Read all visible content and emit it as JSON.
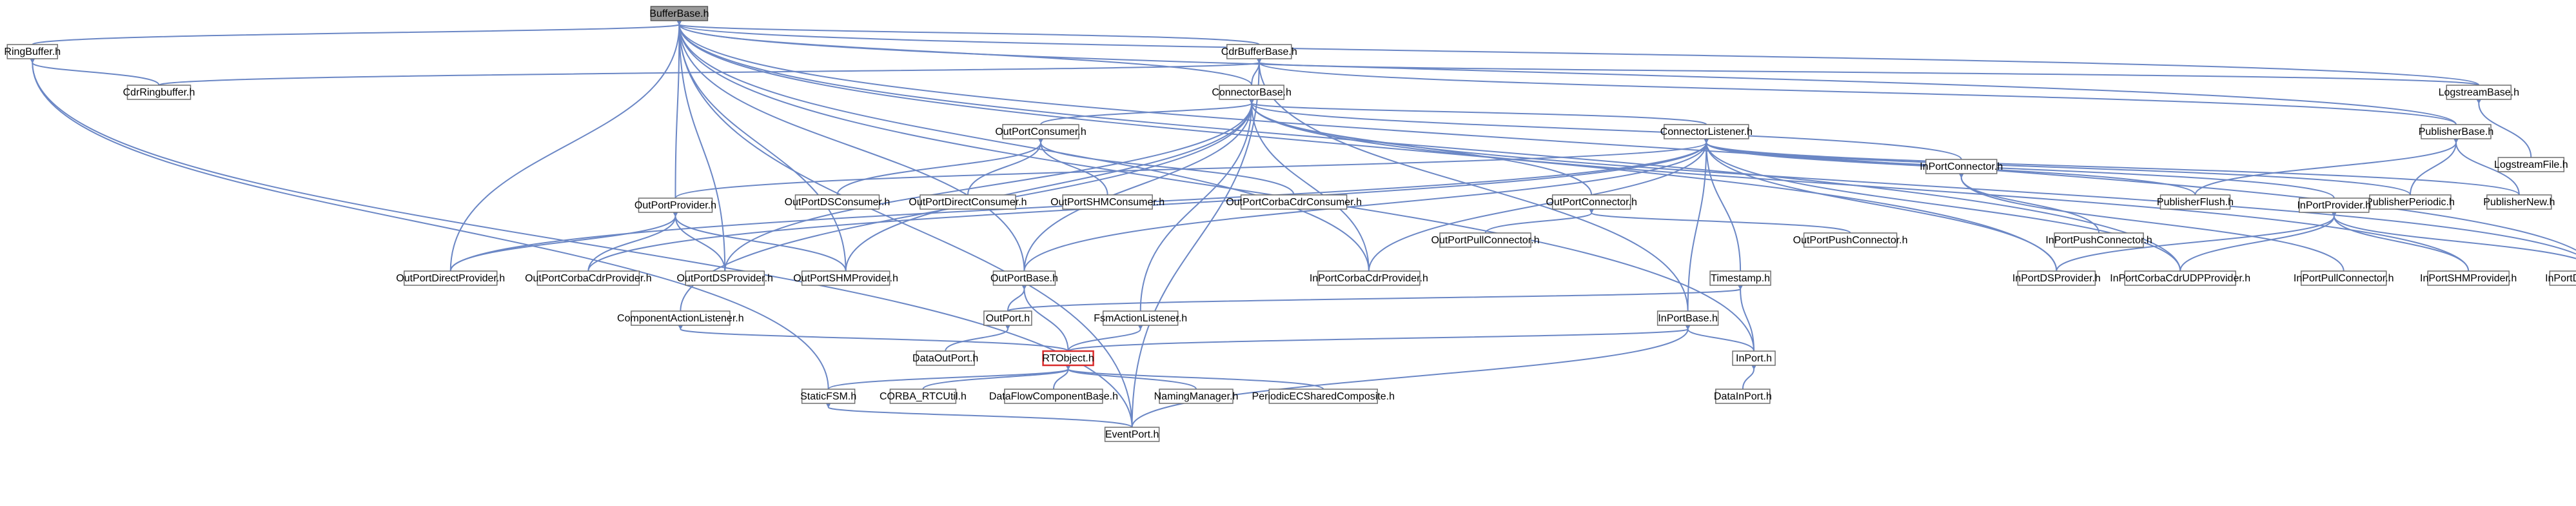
{
  "nodes": {
    "BufferBase": "BufferBase.h",
    "RingBuffer": "RingBuffer.h",
    "CdrBufferBase": "CdrBufferBase.h",
    "CdrRingbuffer": "CdrRingbuffer.h",
    "ConnectorBase": "ConnectorBase.h",
    "LogstreamBase": "LogstreamBase.h",
    "LogstreamFile": "LogstreamFile.h",
    "OutPortConsumer": "OutPortConsumer.h",
    "ConnectorListener": "ConnectorListener.h",
    "PublisherBase": "PublisherBase.h",
    "OutPortDSConsumer": "OutPortDSConsumer.h",
    "OutPortDirectConsumer": "OutPortDirectConsumer.h",
    "OutPortSHMConsumer": "OutPortSHMConsumer.h",
    "OutPortCorbaCdrConsumer": "OutPortCorbaCdrConsumer.h",
    "OutPortConnector": "OutPortConnector.h",
    "InPortConnector": "InPortConnector.h",
    "PublisherFlush": "PublisherFlush.h",
    "PublisherPeriodic": "PublisherPeriodic.h",
    "PublisherNew": "PublisherNew.h",
    "OutPortProvider": "OutPortProvider.h",
    "OutPortPullConnector": "OutPortPullConnector.h",
    "OutPortPushConnector": "OutPortPushConnector.h",
    "InPortPushConnector": "InPortPushConnector.h",
    "InPortProvider": "InPortProvider.h",
    "OutPortDirectProvider": "OutPortDirectProvider.h",
    "OutPortCorbaCdrProvider": "OutPortCorbaCdrProvider.h",
    "OutPortDSProvider": "OutPortDSProvider.h",
    "OutPortSHMProvider": "OutPortSHMProvider.h",
    "OutPortBase": "OutPortBase.h",
    "InPortCorbaCdrProvider": "InPortCorbaCdrProvider.h",
    "Timestamp": "Timestamp.h",
    "InPortDSProvider": "InPortDSProvider.h",
    "InPortCorbaCdrUDPProvider": "InPortCorbaCdrUDPProvider.h",
    "InPortPullConnector": "InPortPullConnector.h",
    "InPortSHMProvider": "InPortSHMProvider.h",
    "InPortDirectProvider": "InPortDirectProvider.h",
    "ComponentActionListener": "ComponentActionListener.h",
    "OutPort": "OutPort.h",
    "FsmActionListener": "FsmActionListener.h",
    "InPortBase": "InPortBase.h",
    "DataOutPort": "DataOutPort.h",
    "RTObject": "RTObject.h",
    "InPort": "InPort.h",
    "StaticFSM": "StaticFSM.h",
    "CORBA_RTCUtil": "CORBA_RTCUtil.h",
    "DataFlowComponentBase": "DataFlowComponentBase.h",
    "NamingManager": "NamingManager.h",
    "PeriodicECSharedComposite": "PeriodicECSharedComposite.h",
    "DataInPort": "DataInPort.h",
    "EventPort": "EventPort.h"
  },
  "colors": {
    "edge": "#6b87c5",
    "root_fill": "#9a9a9a",
    "highlight_border": "#d92b2b",
    "box_border": "#6f6f6f"
  },
  "root": "BufferBase",
  "highlighted": "RTObject"
}
